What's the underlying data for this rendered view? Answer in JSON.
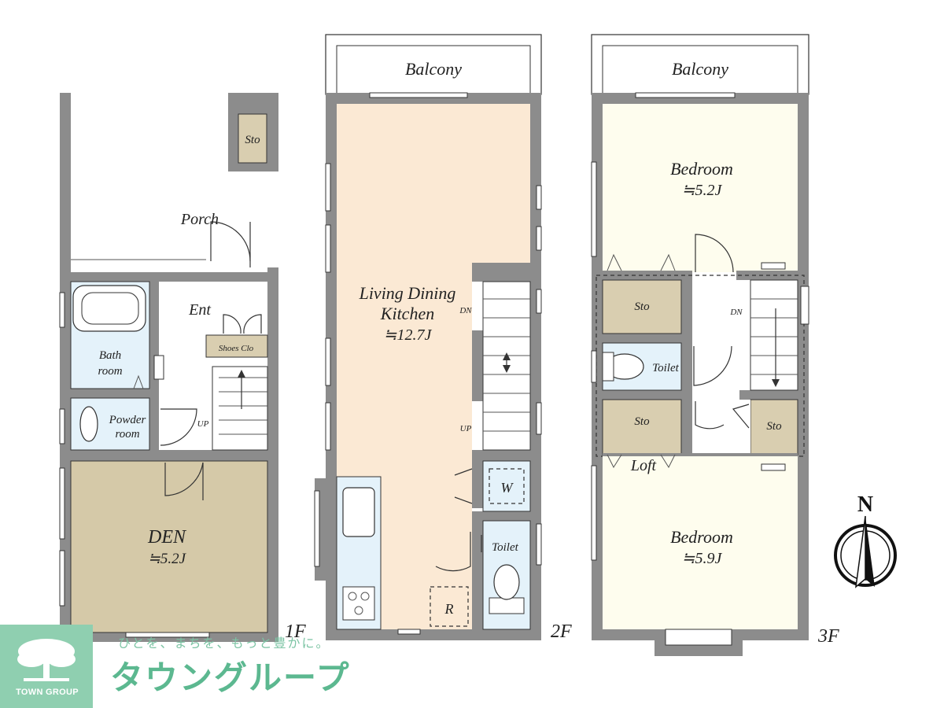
{
  "floors": {
    "f1": {
      "label": "1F",
      "rooms": {
        "sto": "Sto",
        "porch": "Porch",
        "ent": "Ent",
        "bath_line1": "Bath",
        "bath_line2": "room",
        "shoes": "Shoes Clo",
        "powder_line1": "Powder",
        "powder_line2": "room",
        "up": "UP",
        "den": "DEN",
        "den_size": "≒5.2J"
      }
    },
    "f2": {
      "label": "2F",
      "rooms": {
        "balcony": "Balcony",
        "ldk_line1": "Living Dining",
        "ldk_line2": "Kitchen",
        "ldk_size": "≒12.7J",
        "dn": "DN",
        "up": "UP",
        "w": "W",
        "toilet": "Toilet",
        "r": "R"
      }
    },
    "f3": {
      "label": "3F",
      "rooms": {
        "balcony": "Balcony",
        "bedroom1": "Bedroom",
        "bedroom1_size": "≒5.2J",
        "sto1": "Sto",
        "dn": "DN",
        "toilet": "Toilet",
        "sto2": "Sto",
        "sto3": "Sto",
        "loft": "Loft",
        "bedroom2": "Bedroom",
        "bedroom2_size": "≒5.9J"
      }
    }
  },
  "compass": {
    "north": "N"
  },
  "brand": {
    "logo_text": "TOWN GROUP",
    "tagline": "ひとを、まちを、もっと豊かに。",
    "company": "タウングループ"
  },
  "colors": {
    "wall": "#8c8c8c",
    "ldk_fill": "#fbe9d4",
    "bedroom_fill": "#fefdee",
    "storage_fill": "#d9ceb0",
    "den_fill": "#d5c9a8",
    "wet_fill": "#e4f2fa",
    "brand_green": "#8fcfb0"
  }
}
